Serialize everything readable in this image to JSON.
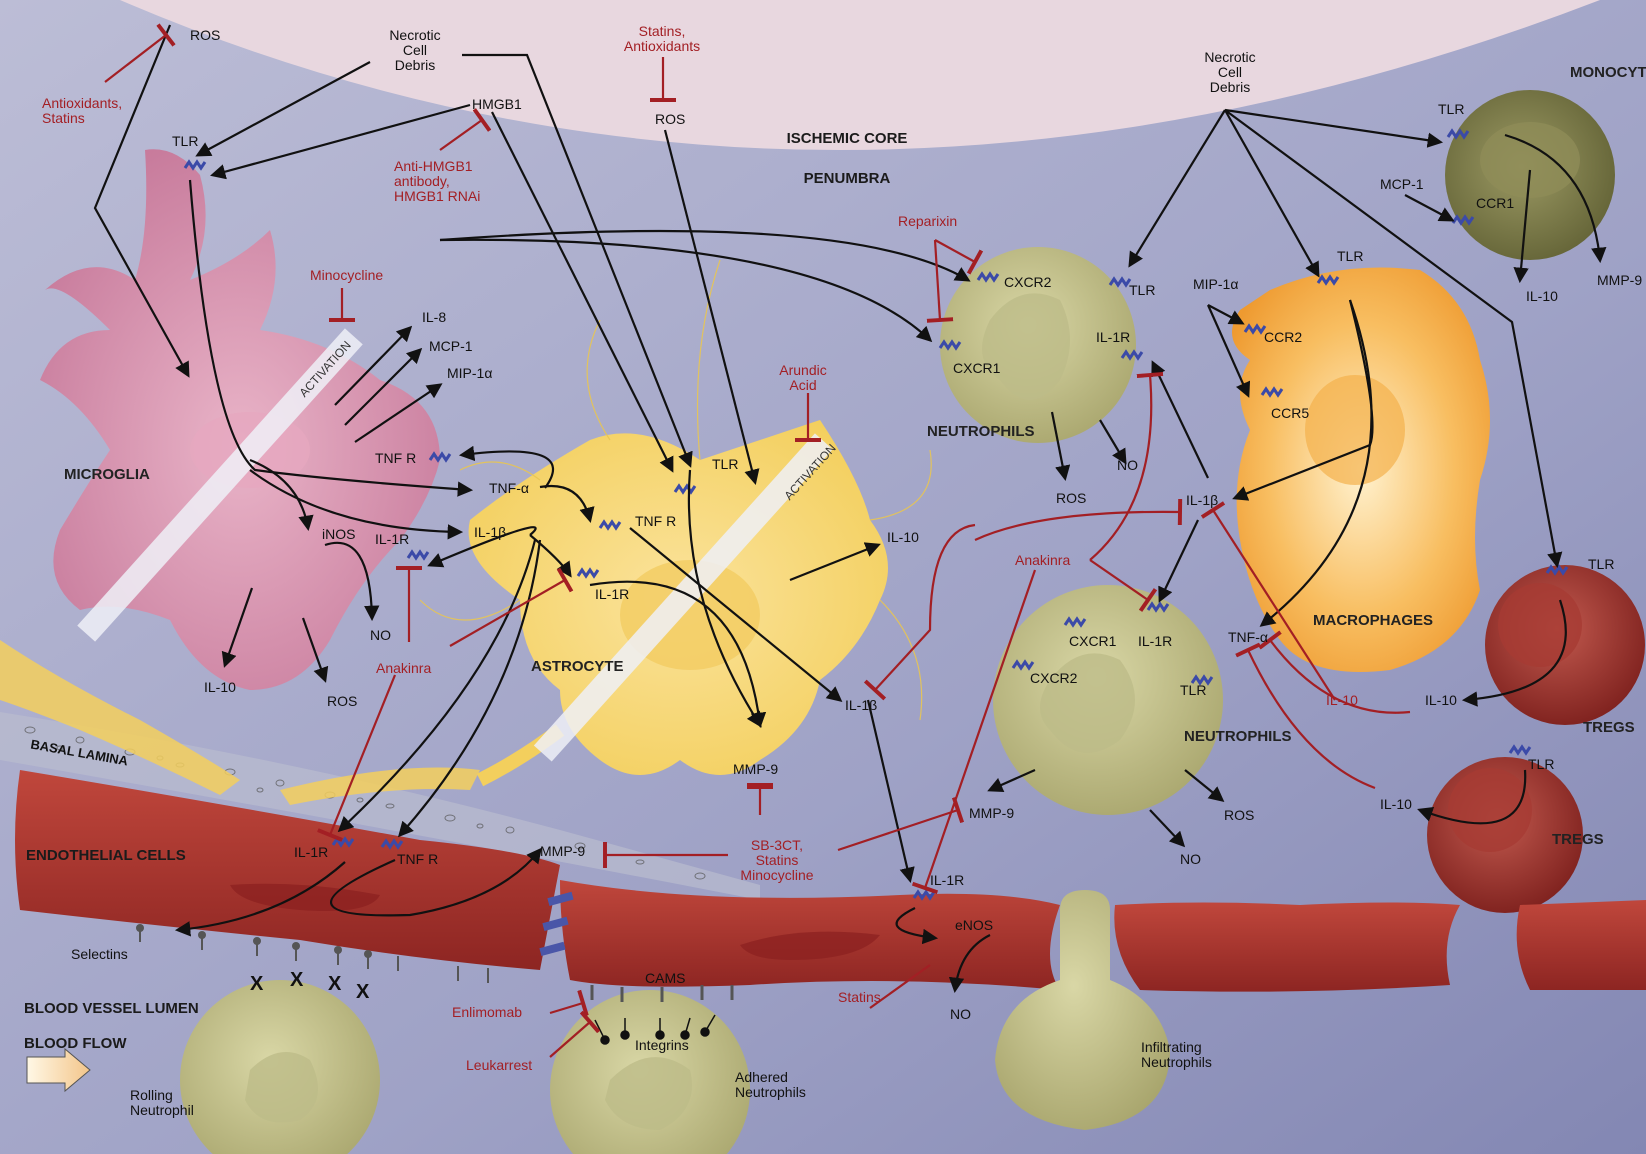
{
  "regions": {
    "ischemic_core": "ISCHEMIC CORE",
    "penumbra": "PENUMBRA",
    "basal_lamina": "BASAL LAMINA",
    "endothelial_cells": "ENDOTHELIAL CELLS",
    "blood_vessel_lumen": "BLOOD VESSEL LUMEN",
    "blood_flow": "BLOOD FLOW"
  },
  "cells": {
    "microglia": "MICROGLIA",
    "astrocyte": "ASTROCYTE",
    "neutrophils_top": "NEUTROPHILS",
    "neutrophils_mid": "NEUTROPHILS",
    "macrophages": "MACROPHAGES",
    "monocytes": "MONOCYTES",
    "tregs_1": "TREGS",
    "tregs_2": "TREGS",
    "rolling_neutrophil": "Rolling\nNeutrophil",
    "adhered_neutrophils": "Adhered\nNeutrophils",
    "infiltrating_neutrophils": "Infiltrating\nNeutrophils"
  },
  "activation_label": "ACTIVATION",
  "molecules": {
    "ros_top": "ROS",
    "necrotic_debris_left": "Necrotic\nCell\nDebris",
    "hmgb1": "HMGB1",
    "ros_center": "ROS",
    "necrotic_debris_right": "Necrotic\nCell\nDebris",
    "tlr_microglia": "TLR",
    "il8": "IL-8",
    "mcp1": "MCP-1",
    "mip1a": "MIP-1α",
    "tnfr_microglia": "TNF R",
    "tnfa": "TNF-α",
    "il1b": "IL-1β",
    "inos": "iNOS",
    "il1r_microglia": "IL-1R",
    "no_microglia": "NO",
    "il10_microglia": "IL-10",
    "ros_microglia": "ROS",
    "tlr_astro": "TLR",
    "tnfr_astro": "TNF R",
    "il1r_astro": "IL-1R",
    "il10_astro": "IL-10",
    "il1b_astro": "IL-1β",
    "mmp9_astro": "MMP-9",
    "cxcr2_n1": "CXCR2",
    "tlr_n1": "TLR",
    "il1r_n1": "IL-1R",
    "cxcr1_n1": "CXCR1",
    "no_n1": "NO",
    "ros_n1": "ROS",
    "mip1a_mac": "MIP-1α",
    "tlr_mac": "TLR",
    "ccr2": "CCR2",
    "ccr5": "CCR5",
    "il1b_mac": "IL-1β",
    "tnfa_mac": "TNF-α",
    "tlr_mono": "TLR",
    "mcp1_mono": "MCP-1",
    "ccr1": "CCR1",
    "il10_mono": "IL-10",
    "mmp9_mono": "MMP-9",
    "cxcr1_n2": "CXCR1",
    "il1r_n2": "IL-1R",
    "cxcr2_n2": "CXCR2",
    "tlr_n2": "TLR",
    "mmp9_n2": "MMP-9",
    "ros_n2": "ROS",
    "no_n2": "NO",
    "tlr_treg1": "TLR",
    "il10_treg1": "IL-10",
    "tlr_treg2": "TLR",
    "il10_treg2": "IL-10",
    "il1r_endo": "IL-1R",
    "tnfr_endo": "TNF R",
    "mmp9_endo": "MMP-9",
    "selectins": "Selectins",
    "cams": "CAMS",
    "integrins": "Integrins",
    "il1r_vessel": "IL-1R",
    "enos": "eNOS",
    "no_vessel": "NO",
    "x_mark": "X"
  },
  "drugs": {
    "antioxidants_statins": "Antioxidants,\nStatins",
    "statins_antioxidants": "Statins,\nAntioxidants",
    "anti_hmgb1": "Anti-HMGB1\nantibody,\nHMGB1 RNAi",
    "minocycline": "Minocycline",
    "reparixin": "Reparixin",
    "arundic_acid": "Arundic\nAcid",
    "anakinra_left": "Anakinra",
    "anakinra_right": "Anakinra",
    "il10_inhibitor": "IL-10",
    "sb3ct": "SB-3CT,\nStatins\nMinocycline",
    "statins_vessel": "Statins",
    "enlimomab": "Enlimomab",
    "leukarrest": "Leukarrest"
  }
}
